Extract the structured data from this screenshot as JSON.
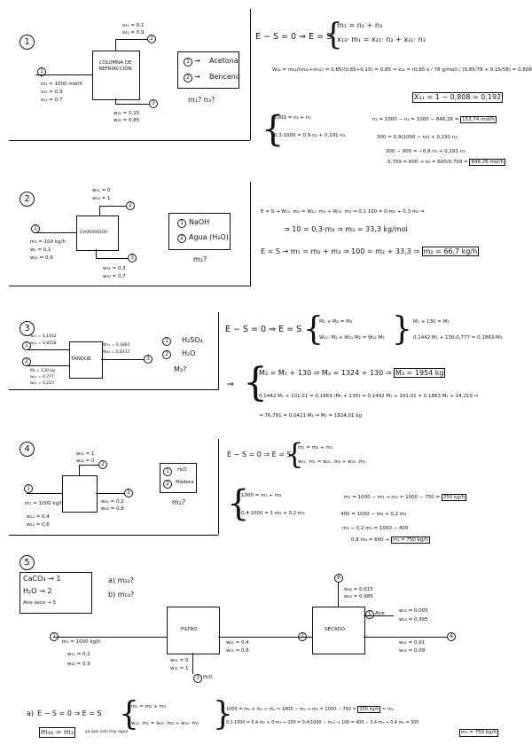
{
  "p1": {
    "num": "1",
    "box_label": "COLUMNA DE REFRIACCIÓN",
    "in_flow": "m₁ = 1000 mol/h",
    "in_x2": "x₂₁ = 0,3",
    "in_x1": "x₁₁ = 0,7",
    "top_x31": "x₃₁ = 0,1",
    "top_x21": "x₂₁ = 0,9",
    "bot_w31": "w₃₁ = 0,15",
    "bot_w32": "w₃₂ = 0,85",
    "in_n": "1",
    "top_n": "2",
    "bot_n": "3",
    "legend1": "Acetona",
    "legend2": "Benceno",
    "legend_n1": "1",
    "legend_n2": "2",
    "ask": "m₁? n₃?",
    "eq_balance": "E − S = 0 ⇒ E = S",
    "eq_a": "m₁ = n₂ + n₃",
    "eq_b": "x₁₃· m₁ = x₂₁· n₂ + x₃₁· n₃",
    "eq_w": "W₃₂ = m₃₂/(m₃₂+m₃₁) = 0,85/(0,85+0,15) = 0,85 ⇒ x₃₂ = (0,85·x / 78 g/mol) / (0,85/78 + 0,15/58) = 0,808",
    "eq_x31": "X₃₁ = 1 − 0,808 = 0,192",
    "sys1": "1000 = n₂ + n₃",
    "sys2": "0,3·1000 = 0,9·n₂ + 0,191·n₃",
    "r1": "n₂ = 1000 − n₃ = 1000 − 846,26 = ",
    "r1_box": "153,74 mol/h",
    "r2": "300 = 0,9(1000 − n₃) + 0,191 n₃",
    "r3": "300 − 900 = −0,9 n₃ + 0,191 n₃",
    "r4": "0,709 = 600 → n₃ = 600/0,709 = ",
    "r4_box": "846,26 mol/h"
  },
  "p2": {
    "num": "2",
    "box_label": "EVAPORADOR",
    "in_flow": "m₁ = 100 kg/h",
    "in_w1": "w₁ = 0,1",
    "in_w2": "w₂₁ = 0,9",
    "top_w21": "w₂₁ = 0",
    "top_w22": "w₂₂ = 1",
    "bot_w31": "w₃₁ = 0,3",
    "bot_w32": "w₃₂ = 0,7",
    "in_n": "1",
    "top_n": "2",
    "bot_n": "3",
    "legend1": "NaOH",
    "legend2": "Agua (H₂O)",
    "legend_n1": "1",
    "legend_n2": "2",
    "ask": "m₂?",
    "eq1": "E = S → W₁₁· m₁ = W₂₁· m₂ + W₃₁· m₃ ⇒ 0,1·100 = 0·m₂ + 0,3·m₃ ⇒",
    "eq2": "⇒ 10 = 0,3·m₃ ⇒ m₃ = 33,3 kg/mol",
    "eq3": "E = S → m₁ = m₂ + m₃ ⇒ 100 = m₂ + 33,3 ⇒ ",
    "eq3_box": "m₂ = 66,7 kg/h"
  },
  "p3": {
    "num": "3",
    "box_label": "TANQUE",
    "in1_w1": "w₁₁ = 0,1442",
    "in1_w2": "w₁₂ = 0,8558",
    "in2_flow": "M₂ = 130 kg",
    "in2_w1": "w₂₁ = 0,777",
    "in2_w2": "w₂₂ = 0,223",
    "out_w1": "W₃₁ = 0,1863",
    "out_w2": "W₃₂ = 0,8137",
    "in1_n": "1",
    "in2_n": "2",
    "out_n": "3",
    "legend1": "H₂SO₄",
    "legend2": "H₂O",
    "legend_n1": "1",
    "legend_n2": "2",
    "ask": "M₃?",
    "eq_balance": "E − S = 0 ⇒ E = S",
    "eq_a": "M₁ + M₂ = M₃",
    "eq_b": "W₁₁· M₁ + W₂₁ M₂ = W₃₁ M₃",
    "eq_c": "M₁ + 130 = M₃",
    "eq_d": "0,1442·M₁ + 130·0,777 = 0,1863·M₃",
    "s1": "M₃ = M₁ + 130 ⇒ M₃ = 1324 + 130 ⇒ ",
    "s1_box": "M₃ = 1954 kg",
    "s2": "0,1442 M₁ + 101,01 = 0,1863·(M₁ + 130) ⇒ 0,1442 M₁ + 101,01 = 0,1863 M₁ + 24,219 ⇒",
    "s3": "⇒ 76,791 = 0,0421 M₁ ⇒ M₁ = 1824,01 kg"
  },
  "p4": {
    "num": "4",
    "top_w1": "w₂₁ = 1",
    "top_w2": "w₂₂ = 0",
    "in_flow": "m₁ = 1000 kg/h",
    "in_w1": "w₁₁ = 0,4",
    "in_w2": "w₁₂ = 0,6",
    "out_w1": "w₃₁ = 0,2",
    "out_w2": "w₃₂ = 0,8",
    "in_n": "1",
    "top_n": "2",
    "out_n": "3",
    "legend1": "H₂O",
    "legend2": "Madera",
    "legend_n1": "1",
    "legend_n2": "2",
    "ask": "m₂?",
    "eq_balance": "E − S = 0 ⇒ E = S",
    "eq_a": "m₁ = m₂ + m₃",
    "eq_b": "w₁₁· m₁ = w₂₁· m₂ + w₃₁· m₃",
    "sys1": "1000 = m₂ + m₃",
    "sys2": "0,4·1000 = 1·m₂ + 0,2·m₃",
    "r1": "m₂ = 1000 − m₃ → m₂ = 1000 − 750 = ",
    "r1_box": "250 kg/h",
    "r2": "400 = 1000 − m₃ + 0,2 m₃",
    "r3": "m₃ − 0,2 m₃ = 1000 − 400",
    "r4": "0,8 m₃ = 600 → ",
    "r4_box": "m₃ = 750 kg/h"
  },
  "p5": {
    "num": "5",
    "c1": "CaCO₃",
    "c2": "H₂O",
    "c3": "Aire seco",
    "c1n": "1",
    "c2n": "2",
    "c3n": "3",
    "qa": "a) m₃₂?",
    "qb": "b) m₅₃?",
    "filter_label": "FILTRO",
    "dryer_label": "SECADO",
    "in_flow": "m₁ = 1000 kg/h",
    "in_w1": "w₁₁ = 0,1",
    "in_w2": "w₁₂ = 0,9",
    "f_out_w1": "w₂₁ = 0,4",
    "f_out_w2": "w₂₂ = 0,6",
    "f_bot_w1": "w₃₁ = 0",
    "f_bot_w2": "w₃₂ = 1",
    "f_bot_label": "H₂O",
    "d_top_w1": "w₆₂ = 0,015",
    "d_top_w2": "w₆₃ = 0,985",
    "d_in_label": "Aire",
    "d_in_w1": "w₅₂ = 0,005",
    "d_in_w2": "w₅₃ = 0,995",
    "d_out_w1": "w₄₁ = 0,91",
    "d_out_w2": "w₄₂ = 0,09",
    "n1": "1",
    "n2": "2",
    "n3": "3",
    "n4": "4",
    "n5": "5",
    "n6": "6",
    "a_label": "a)",
    "a_balance": "E − S = 0 ⇒ E = S",
    "a_eq1": "m₁ = m₂ + m₃",
    "a_eq2": "w₁₁· m₁ = w₂₁· m₂ + w₃₁· m₃",
    "a_r1": "1000 = m₂ + m₃ ⇒ m₂ = 1000 − m₃ ⇒ m₂ = 1000 − 750 = ",
    "a_r1_box": "250 kg/h",
    "a_r1_end": " = m₂",
    "a_r2": "0,1·1000 = 0,4·m₂ + 0·m₃ ⇒ 100 = 0,4(1000 − m₃) ⇒ 100 = 400 − 0,4 m₃ ⇒ 0,4 m₃ = 300",
    "a_r3_box": "m₃ = 750 kg/h",
    "a_note_box": "m₃₂ = m₃",
    "a_note": "ya que solo hay agua"
  }
}
